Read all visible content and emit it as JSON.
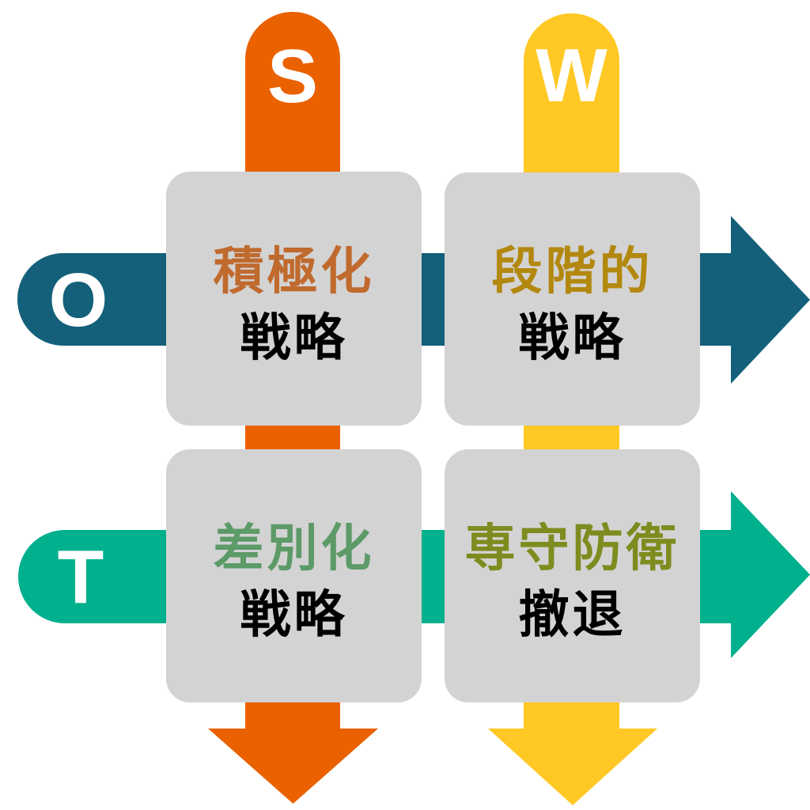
{
  "background": "#ffffff",
  "box_color": "#d3d3d3",
  "arrows": {
    "letter_color": "#ffffff",
    "s": {
      "label": "S",
      "color": "#ea6100",
      "direction": "down"
    },
    "w": {
      "label": "W",
      "color": "#ffc825",
      "direction": "down"
    },
    "o": {
      "label": "O",
      "color": "#14607a",
      "direction": "right"
    },
    "t": {
      "label": "T",
      "color": "#01b08c",
      "direction": "right"
    }
  },
  "quadrants": [
    {
      "position": "top-left",
      "line1": "積極化",
      "line2": "戦略",
      "line1_color": "#c06a2e",
      "line2_color": "#000000"
    },
    {
      "position": "top-right",
      "line1": "段階的",
      "line2": "戦略",
      "line1_color": "#b3880e",
      "line2_color": "#000000"
    },
    {
      "position": "bottom-left",
      "line1": "差別化",
      "line2": "戦略",
      "line1_color": "#5c9a68",
      "line2_color": "#000000"
    },
    {
      "position": "bottom-right",
      "line1": "専守防衛",
      "line2": "撤退",
      "line1_color": "#7e8c1f",
      "line2_color": "#000000"
    }
  ]
}
